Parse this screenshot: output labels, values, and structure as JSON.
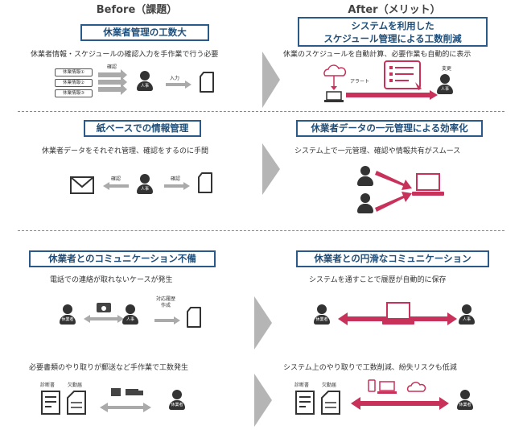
{
  "columns": {
    "before": "Before（課題）",
    "after": "After（メリット）"
  },
  "row1": {
    "before_title": "休業者管理の工数大",
    "before_desc": "休業者情報・スケジュールの確認入力を手作業で行う必要",
    "pills": [
      "休業情報①",
      "休業情報②",
      "休業情報③"
    ],
    "confirm": "確認",
    "input": "入力",
    "person_label": "人事",
    "after_title_1": "システムを利用した",
    "after_title_2": "スケジュール管理による工数削減",
    "after_desc": "休業のスケジュールを自動計算、必要作業も自動的に表示",
    "alert": "アラート",
    "change": "変更",
    "after_person": "人事"
  },
  "row2": {
    "before_title": "紙ベースでの情報管理",
    "before_desc": "休業者データをそれぞれ管理、確認をするのに手間",
    "confirm_left": "確認",
    "confirm_right": "確認",
    "person_label": "人事",
    "after_title": "休業者データの一元管理による効率化",
    "after_desc": "システム上で一元管理、確認や情報共有がスムース"
  },
  "row3": {
    "before_title": "休業者とのコミュニケーション不備",
    "before_desc": "電話での連絡が取れないケースが発生",
    "employee": "休業者",
    "hr": "人事",
    "history_1": "対応履歴",
    "history_2": "作成",
    "after_title": "休業者との円滑なコミュニケーション",
    "after_desc": "システムを通すことで履歴が自動的に保存",
    "after_employee": "休業者",
    "after_hr": "人事"
  },
  "row4": {
    "before_desc": "必要書類のやり取りが郵送など手作業で工数発生",
    "doc1": "診断書",
    "doc2": "欠勤届",
    "employee": "休業者",
    "after_desc": "システム上のやり取りで工数削減、紛失リスクも低減",
    "after_doc1": "診断書",
    "after_doc2": "欠勤届",
    "after_employee": "休業者"
  },
  "colors": {
    "accent": "#c8325a",
    "border": "#2a5a8a",
    "chevron": "#b5b5b5",
    "arrow_gray": "#aaaaaa"
  }
}
